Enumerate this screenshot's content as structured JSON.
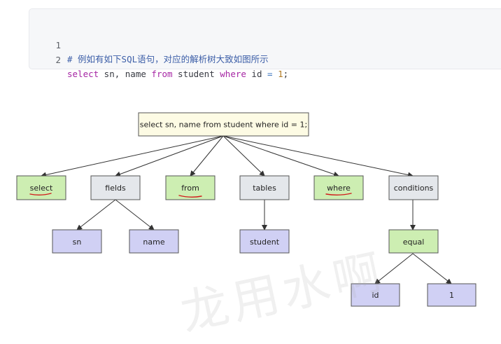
{
  "code": {
    "lines": [
      {
        "num": "1",
        "comment": "# 例如有如下SQL语句，对应的解析树大致如图所示"
      },
      {
        "num": "2",
        "kw_select": "select",
        "t1": " sn, name ",
        "kw_from": "from",
        "t2": " student ",
        "kw_where": "where",
        "t3": " id ",
        "op": "=",
        "t4": " ",
        "val": "1",
        "t5": ";"
      }
    ]
  },
  "tree": {
    "root": "select sn, name from student where id = 1;",
    "nodes": {
      "select": "select",
      "fields": "fields",
      "from": "from",
      "tables": "tables",
      "where": "where",
      "conditions": "conditions",
      "sn": "sn",
      "name": "name",
      "student": "student",
      "equal": "equal",
      "id": "id",
      "one": "1"
    },
    "colors": {
      "root_fill": "#fdfbe4",
      "keyword_fill": "#cdeeb2",
      "category_fill": "#e4e7eb",
      "leaf_fill": "#d0d0f4",
      "edge": "#333333",
      "underline": "#d11a1a"
    }
  },
  "watermark": "龙用水啊"
}
